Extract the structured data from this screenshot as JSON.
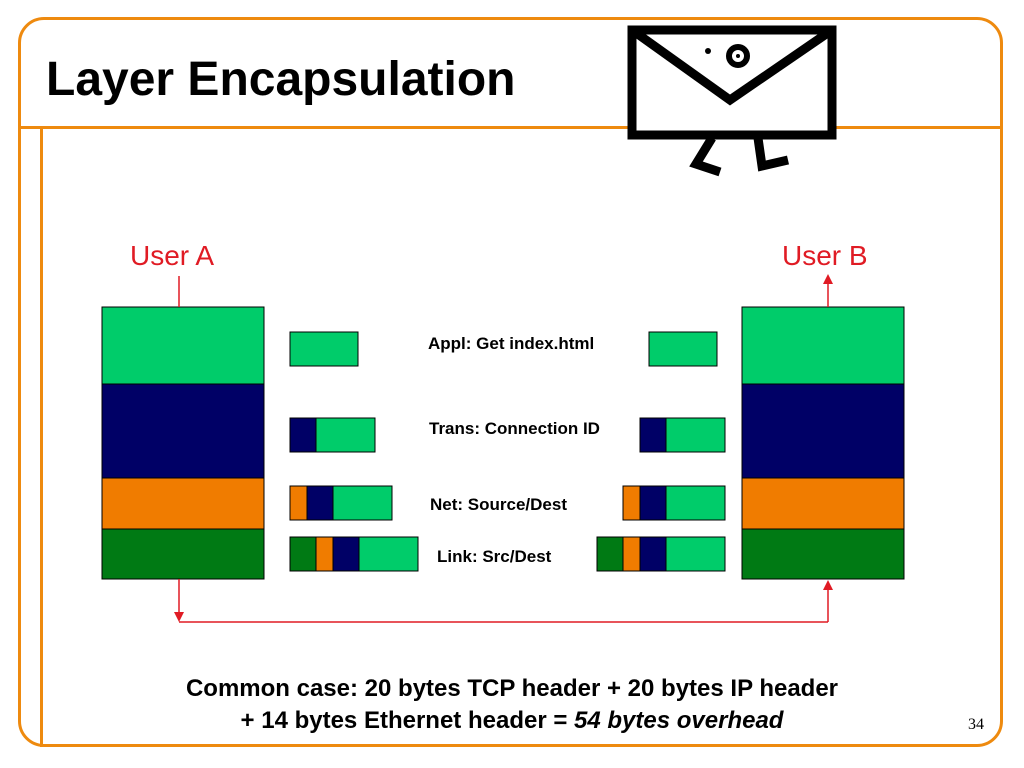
{
  "slide": {
    "title": "Layer Encapsulation",
    "page_number": "34"
  },
  "users": {
    "sender": "User A",
    "receiver": "User B"
  },
  "layers": [
    {
      "label": "Appl: Get index.html",
      "headers": []
    },
    {
      "label": "Trans: Connection ID",
      "headers": [
        "transport"
      ]
    },
    {
      "label": "Net: Source/Dest",
      "headers": [
        "network",
        "transport"
      ]
    },
    {
      "label": "Link: Src/Dest",
      "headers": [
        "link",
        "network",
        "transport"
      ]
    }
  ],
  "footer": {
    "line1": "Common case: 20 bytes TCP header + 20 bytes IP header",
    "line2_prefix": "+ 14 bytes Ethernet header = ",
    "line2_emphasis": "54 bytes overhead"
  },
  "colors": {
    "frame": "#ee8a0f",
    "application": "#00cc6a",
    "transport": "#000066",
    "network": "#f07c00",
    "link": "#007a14",
    "arrow": "#e01b24"
  },
  "icons": {
    "mascot": "envelope-mascot-icon"
  }
}
